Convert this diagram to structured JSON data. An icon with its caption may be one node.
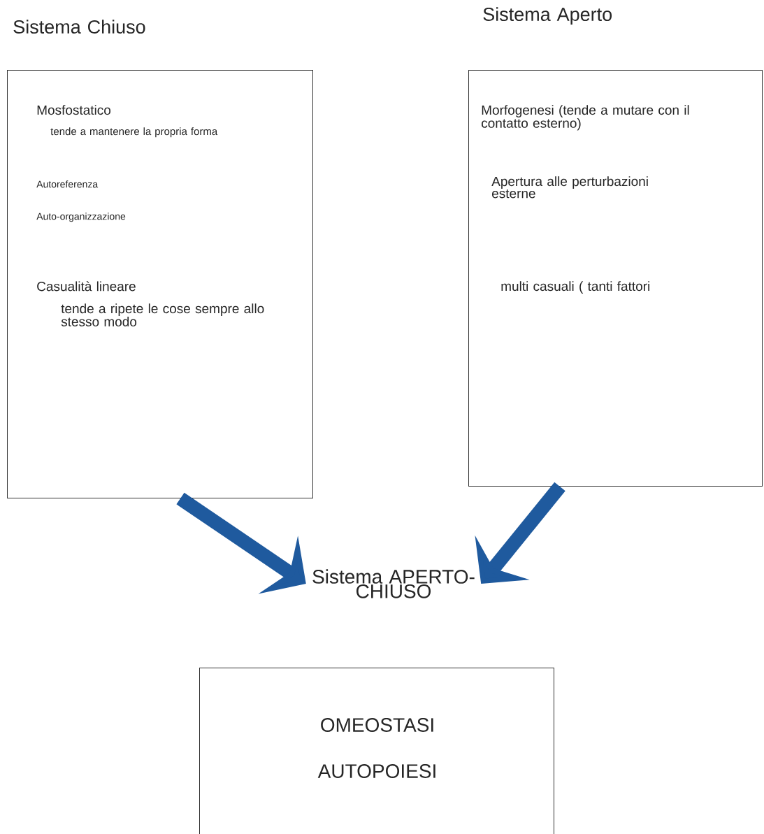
{
  "diagram": {
    "nodes": [
      {
        "text": [
          "Sistema Chiuso",
          "Mosfostatico",
          "tende a mantenere la propria forma",
          "Autoreferenza",
          "Auto-organizzazione",
          "Casualità lineare",
          "tende a ripete le cose sempre allo stesso modo"
        ]
      },
      {
        "text": [
          "Sistema Aperto",
          "Morfogenesi (tende a mutare con il contatto esterno)",
          "Apertura alle perturbazioni esterne",
          "multi casuali ( tanti fattori"
        ]
      },
      {
        "text": [
          "Sistema APERTO-CHIUSO"
        ]
      },
      {
        "text": [
          "OMEOSTASI",
          "AUTOPOIESI"
        ]
      }
    ],
    "edges": [
      {
        "from": 0,
        "to": 2,
        "arrow": "to"
      },
      {
        "from": 1,
        "to": 2,
        "arrow": "to"
      }
    ]
  }
}
